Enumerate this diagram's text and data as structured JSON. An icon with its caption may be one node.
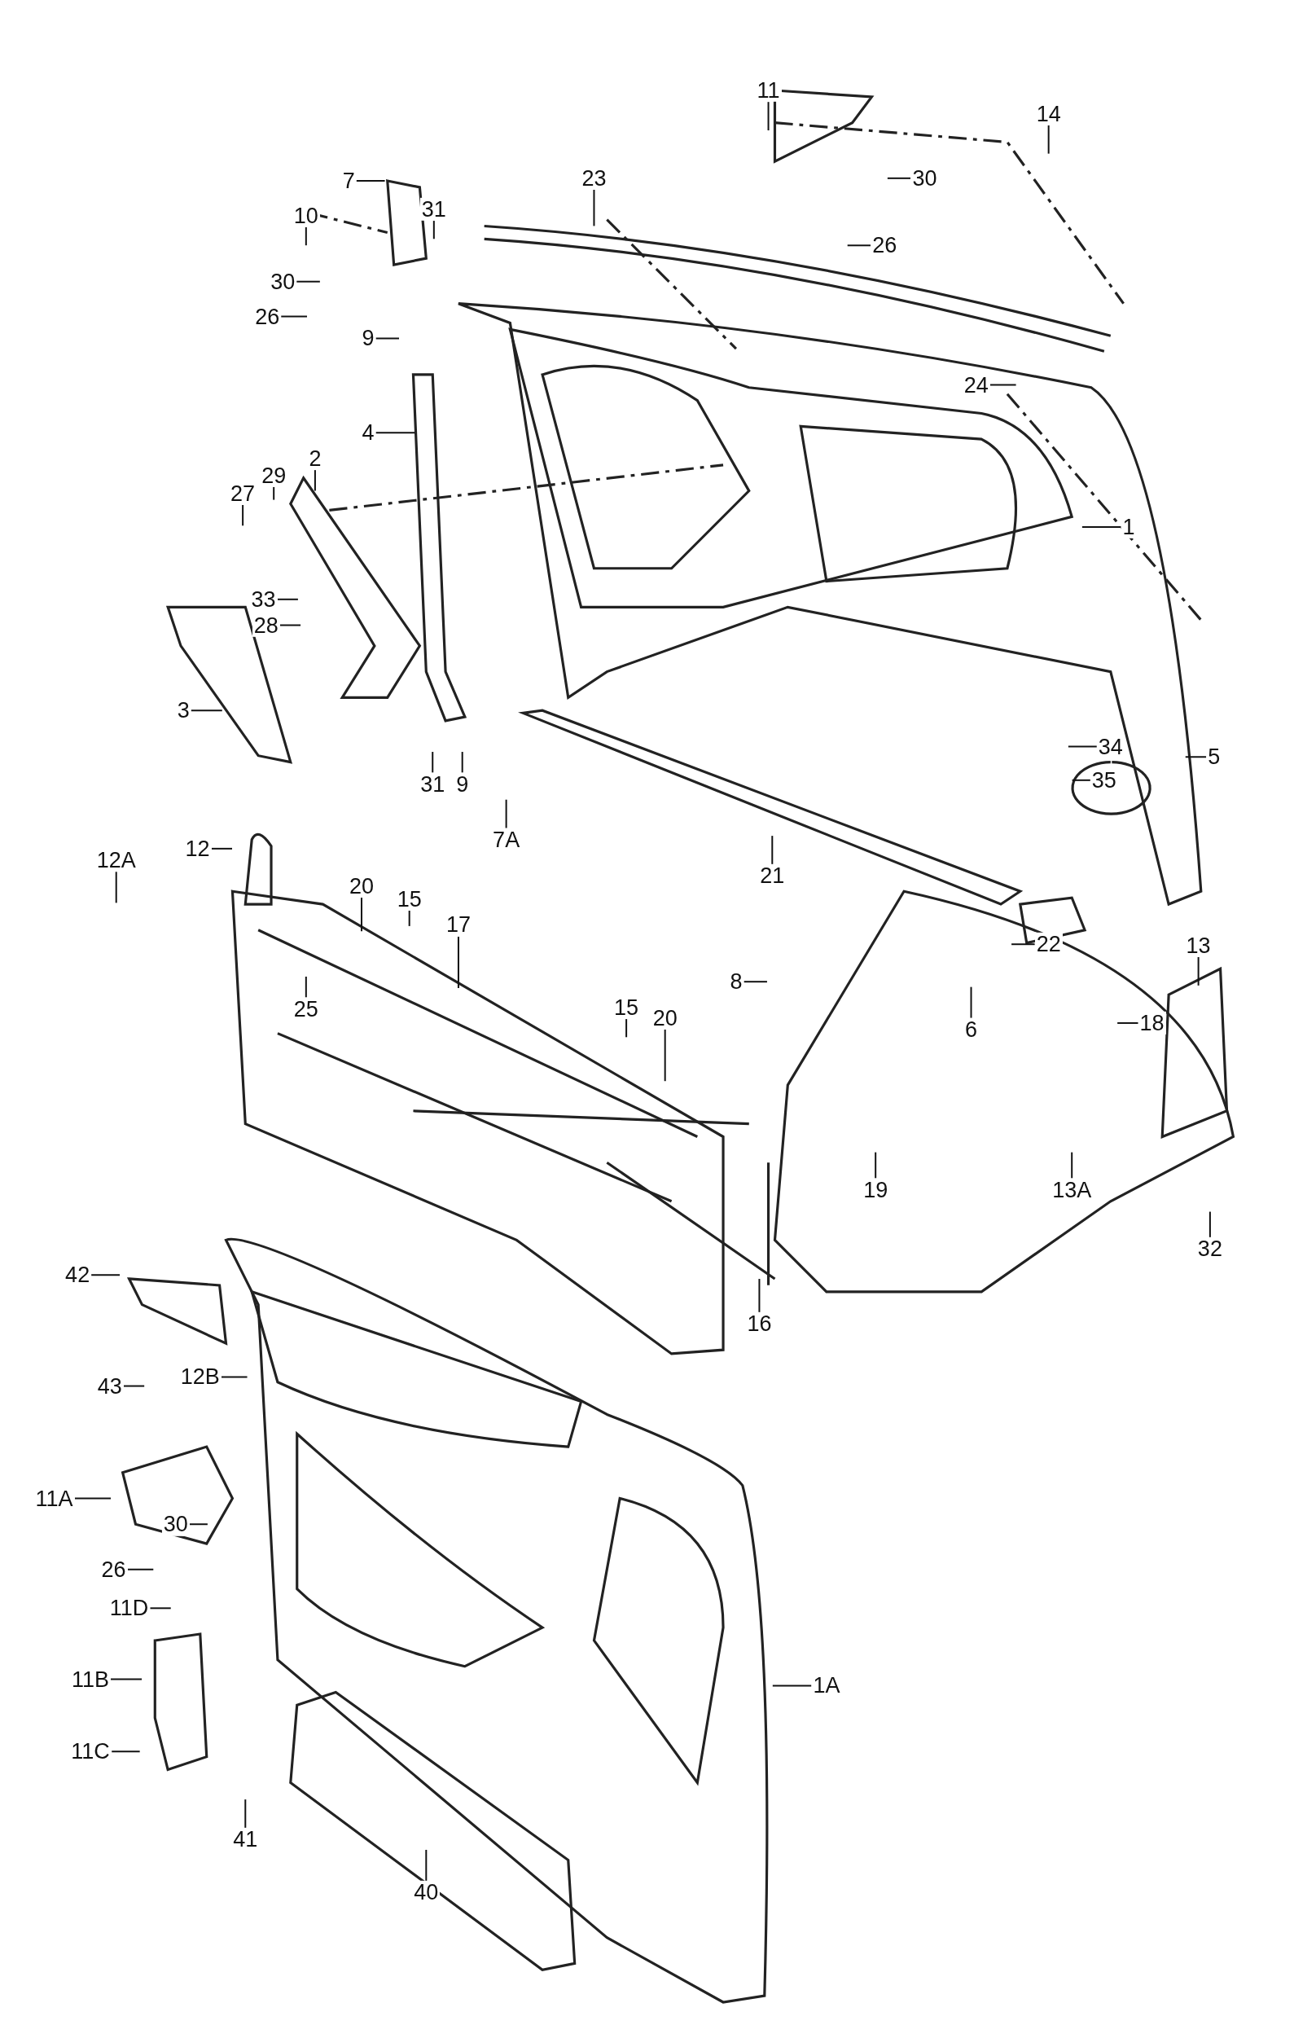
{
  "diagram": {
    "nodes": [
      {
        "text": [
          "11"
        ]
      },
      {
        "text": [
          "14"
        ]
      },
      {
        "text": [
          "7"
        ]
      },
      {
        "text": [
          "23"
        ]
      },
      {
        "text": [
          "30"
        ]
      },
      {
        "text": [
          "31"
        ]
      },
      {
        "text": [
          "10"
        ]
      },
      {
        "text": [
          "26"
        ]
      },
      {
        "text": [
          "30"
        ]
      },
      {
        "text": [
          "26"
        ]
      },
      {
        "text": [
          "9"
        ]
      },
      {
        "text": [
          "24"
        ]
      },
      {
        "text": [
          "4"
        ]
      },
      {
        "text": [
          "2"
        ]
      },
      {
        "text": [
          "29"
        ]
      },
      {
        "text": [
          "27"
        ]
      },
      {
        "text": [
          "1"
        ]
      },
      {
        "text": [
          "33"
        ]
      },
      {
        "text": [
          "28"
        ]
      },
      {
        "text": [
          "3"
        ]
      },
      {
        "text": [
          "34"
        ]
      },
      {
        "text": [
          "5"
        ]
      },
      {
        "text": [
          "35"
        ]
      },
      {
        "text": [
          "31"
        ]
      },
      {
        "text": [
          "9"
        ]
      },
      {
        "text": [
          "7A"
        ]
      },
      {
        "text": [
          "12"
        ]
      },
      {
        "text": [
          "12A"
        ]
      },
      {
        "text": [
          "21"
        ]
      },
      {
        "text": [
          "20"
        ]
      },
      {
        "text": [
          "15"
        ]
      },
      {
        "text": [
          "17"
        ]
      },
      {
        "text": [
          "22"
        ]
      },
      {
        "text": [
          "13"
        ]
      },
      {
        "text": [
          "8"
        ]
      },
      {
        "text": [
          "25"
        ]
      },
      {
        "text": [
          "15"
        ]
      },
      {
        "text": [
          "20"
        ]
      },
      {
        "text": [
          "6"
        ]
      },
      {
        "text": [
          "18"
        ]
      },
      {
        "text": [
          "19"
        ]
      },
      {
        "text": [
          "13A"
        ]
      },
      {
        "text": [
          "32"
        ]
      },
      {
        "text": [
          "16"
        ]
      },
      {
        "text": [
          "42"
        ]
      },
      {
        "text": [
          "12B"
        ]
      },
      {
        "text": [
          "43"
        ]
      },
      {
        "text": [
          "11A"
        ]
      },
      {
        "text": [
          "30"
        ]
      },
      {
        "text": [
          "26"
        ]
      },
      {
        "text": [
          "11D"
        ]
      },
      {
        "text": [
          "11B"
        ]
      },
      {
        "text": [
          "1A"
        ]
      },
      {
        "text": [
          "11C"
        ]
      },
      {
        "text": [
          "41"
        ]
      },
      {
        "text": [
          "40"
        ]
      }
    ],
    "edges": [
      {
        "from": 0,
        "to": null,
        "arrow": "none"
      },
      {
        "from": 1,
        "to": null,
        "arrow": "none"
      },
      {
        "from": 2,
        "to": null,
        "arrow": "none"
      },
      {
        "from": 3,
        "to": null,
        "arrow": "none"
      },
      {
        "from": 4,
        "to": null,
        "arrow": "none"
      },
      {
        "from": 5,
        "to": null,
        "arrow": "none"
      },
      {
        "from": 6,
        "to": null,
        "arrow": "none"
      },
      {
        "from": 7,
        "to": null,
        "arrow": "none"
      },
      {
        "from": 8,
        "to": null,
        "arrow": "none"
      },
      {
        "from": 9,
        "to": null,
        "arrow": "none"
      },
      {
        "from": 10,
        "to": null,
        "arrow": "none"
      },
      {
        "from": 11,
        "to": null,
        "arrow": "none"
      },
      {
        "from": 12,
        "to": null,
        "arrow": "none"
      },
      {
        "from": 13,
        "to": null,
        "arrow": "none"
      },
      {
        "from": 14,
        "to": null,
        "arrow": "none"
      },
      {
        "from": 15,
        "to": null,
        "arrow": "none"
      },
      {
        "from": 16,
        "to": null,
        "arrow": "none"
      },
      {
        "from": 17,
        "to": null,
        "arrow": "none"
      },
      {
        "from": 18,
        "to": null,
        "arrow": "none"
      },
      {
        "from": 19,
        "to": null,
        "arrow": "none"
      },
      {
        "from": 20,
        "to": null,
        "arrow": "none"
      },
      {
        "from": 21,
        "to": null,
        "arrow": "none"
      },
      {
        "from": 22,
        "to": null,
        "arrow": "none"
      },
      {
        "from": 23,
        "to": null,
        "arrow": "none"
      },
      {
        "from": 24,
        "to": null,
        "arrow": "none"
      },
      {
        "from": 25,
        "to": null,
        "arrow": "none"
      },
      {
        "from": 26,
        "to": null,
        "arrow": "none"
      },
      {
        "from": 27,
        "to": null,
        "arrow": "none"
      },
      {
        "from": 28,
        "to": null,
        "arrow": "none"
      },
      {
        "from": 29,
        "to": null,
        "arrow": "none"
      },
      {
        "from": 30,
        "to": null,
        "arrow": "none"
      },
      {
        "from": 31,
        "to": null,
        "arrow": "none"
      },
      {
        "from": 32,
        "to": null,
        "arrow": "none"
      },
      {
        "from": 33,
        "to": null,
        "arrow": "none"
      },
      {
        "from": 34,
        "to": null,
        "arrow": "none"
      },
      {
        "from": 35,
        "to": null,
        "arrow": "none"
      },
      {
        "from": 36,
        "to": null,
        "arrow": "none"
      },
      {
        "from": 37,
        "to": null,
        "arrow": "none"
      },
      {
        "from": 38,
        "to": null,
        "arrow": "none"
      },
      {
        "from": 39,
        "to": null,
        "arrow": "none"
      },
      {
        "from": 40,
        "to": null,
        "arrow": "none"
      },
      {
        "from": 41,
        "to": null,
        "arrow": "none"
      },
      {
        "from": 42,
        "to": null,
        "arrow": "none"
      },
      {
        "from": 43,
        "to": null,
        "arrow": "none"
      },
      {
        "from": 44,
        "to": null,
        "arrow": "none"
      },
      {
        "from": 45,
        "to": null,
        "arrow": "none"
      },
      {
        "from": 46,
        "to": null,
        "arrow": "none"
      },
      {
        "from": 47,
        "to": null,
        "arrow": "none"
      },
      {
        "from": 48,
        "to": null,
        "arrow": "none"
      },
      {
        "from": 49,
        "to": null,
        "arrow": "none"
      },
      {
        "from": 50,
        "to": null,
        "arrow": "none"
      },
      {
        "from": 51,
        "to": null,
        "arrow": "none"
      },
      {
        "from": 52,
        "to": null,
        "arrow": "none"
      },
      {
        "from": 53,
        "to": null,
        "arrow": "none"
      },
      {
        "from": 54,
        "to": null,
        "arrow": "none"
      },
      {
        "from": 55,
        "to": null,
        "arrow": "none"
      }
    ]
  }
}
